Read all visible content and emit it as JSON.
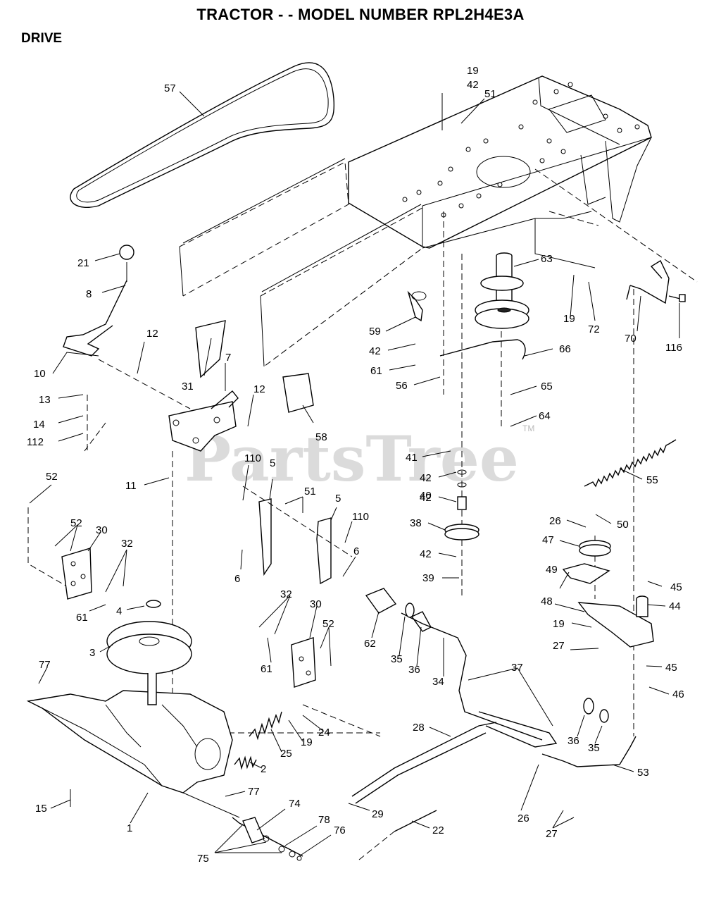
{
  "header": {
    "title": "TRACTOR - - MODEL NUMBER RPL2H4E3A",
    "section": "DRIVE"
  },
  "watermark": {
    "brand": "PartsTree",
    "tm": "TM"
  },
  "callouts": [
    "57",
    "19",
    "42",
    "51",
    "63",
    "19",
    "72",
    "70",
    "116",
    "21",
    "8",
    "12",
    "10",
    "31",
    "7",
    "59",
    "42",
    "61",
    "56",
    "66",
    "65",
    "64",
    "13",
    "14",
    "112",
    "12",
    "58",
    "41",
    "42",
    "42",
    "40",
    "38",
    "42",
    "39",
    "55",
    "11",
    "110",
    "5",
    "51",
    "5",
    "110",
    "52",
    "52",
    "30",
    "32",
    "6",
    "6",
    "26",
    "50",
    "47",
    "49",
    "45",
    "44",
    "48",
    "19",
    "27",
    "45",
    "46",
    "61",
    "4",
    "3",
    "32",
    "30",
    "52",
    "61",
    "62",
    "35",
    "36",
    "34",
    "37",
    "77",
    "24",
    "19",
    "25",
    "2",
    "77",
    "28",
    "36",
    "35",
    "53",
    "15",
    "1",
    "74",
    "78",
    "76",
    "75",
    "29",
    "22",
    "26",
    "27"
  ]
}
